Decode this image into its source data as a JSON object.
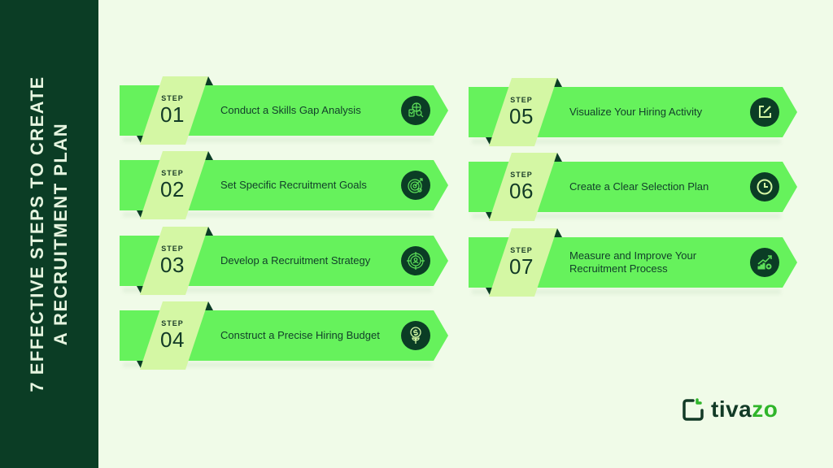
{
  "sidebar": {
    "title_line1": "7 EFFECTIVE STEPS TO CREATE",
    "title_line2": "A RECRUITMENT PLAN"
  },
  "steps": [
    {
      "label": "STEP",
      "number": "01",
      "title": "Conduct a Skills Gap Analysis",
      "icon": "skills-gap-analysis-icon"
    },
    {
      "label": "STEP",
      "number": "02",
      "title": "Set Specific Recruitment Goals",
      "icon": "target-goals-icon"
    },
    {
      "label": "STEP",
      "number": "03",
      "title": "Develop a Recruitment Strategy",
      "icon": "crosshair-person-icon"
    },
    {
      "label": "STEP",
      "number": "04",
      "title": "Construct a Precise Hiring Budget",
      "icon": "money-plant-icon"
    },
    {
      "label": "STEP",
      "number": "05",
      "title": "Visualize Your Hiring Activity",
      "icon": "edit-square-icon"
    },
    {
      "label": "STEP",
      "number": "06",
      "title": "Create a Clear Selection Plan",
      "icon": "clock-icon"
    },
    {
      "label": "STEP",
      "number": "07",
      "title": "Measure and Improve Your Recruitment Process",
      "icon": "growth-chart-gear-icon"
    }
  ],
  "logo": {
    "part1": "tiva",
    "part2": "zo"
  },
  "colors": {
    "background": "#f0fbe8",
    "sidebar": "#0b3d25",
    "band": "#66f25c",
    "tag": "#d4f7a4",
    "dark": "#0b3d25",
    "logo_accent": "#2fb52a"
  }
}
